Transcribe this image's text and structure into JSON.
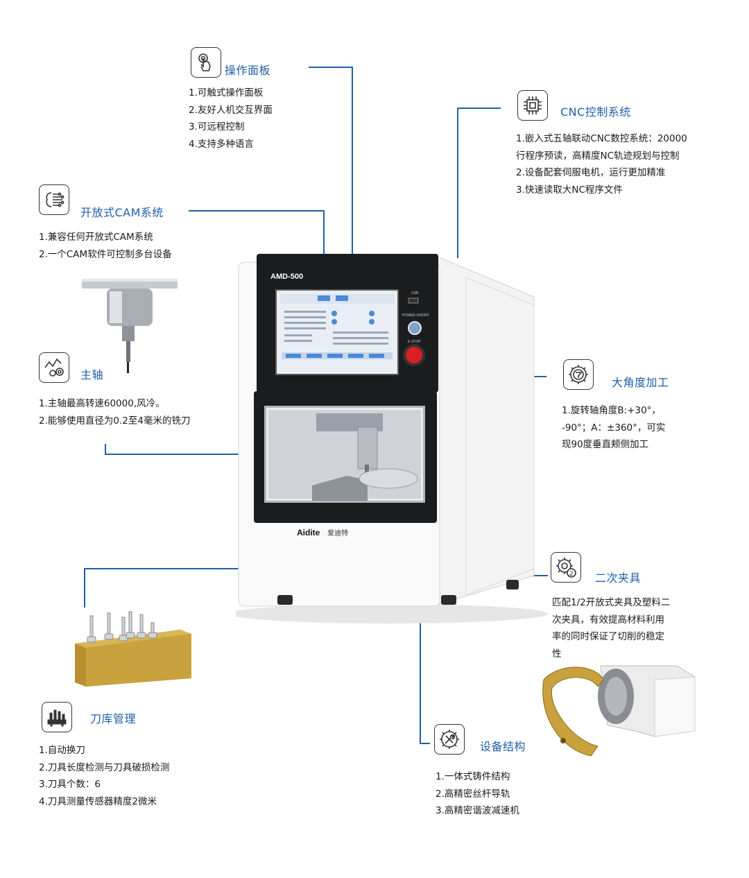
{
  "features": {
    "panel": {
      "title": "操作面板",
      "items": [
        "1.可触式操作面板",
        "2.友好人机交互界面",
        "3.可远程控制",
        "4.支持多种语言"
      ],
      "icon": "touch-hand-icon"
    },
    "cnc": {
      "title": "CNC控制系统",
      "items": [
        "1.嵌入式五轴联动CNC数控系统：20000",
        "行程序预读，高精度NC轨迹规划与控制",
        "2.设备配套伺服电机，运行更加精准",
        "3.快速读取大NC程序文件"
      ],
      "icon": "cpu-chip-icon"
    },
    "cam": {
      "title": "开放式CAM系统",
      "items": [
        "1.兼容任何开放式CAM系统",
        "2.一个CAM软件可控制多台设备"
      ],
      "icon": "network-brain-icon"
    },
    "spindle": {
      "title": "主轴",
      "items": [
        "1.主轴最高转速60000,风冷。",
        "2.能够使用直径为0.2至4毫米的铣刀"
      ],
      "icon": "gears-chart-icon"
    },
    "angle": {
      "title": "大角度加工",
      "items": [
        "1.旋转轴角度B:+30°，",
        "-90°；A：±360°，可实",
        "现90度垂直颊侧加工"
      ],
      "icon": "gear-funnel-icon"
    },
    "fixture": {
      "title": "二次夹具",
      "text": [
        "匹配1/2开放式夹具及塑料二",
        "次夹具，有效提高材料利用",
        "率的同时保证了切削的稳定",
        "性"
      ],
      "icon": "gear-number-two-icon"
    },
    "toolmag": {
      "title": "刀库管理",
      "items": [
        "1.自动换刀",
        "2.刀具长度检测与刀具破损检测",
        "3.刀具个数：6",
        "4.刀具测量传感器精度2微米"
      ],
      "icon": "tool-rack-icon"
    },
    "structure": {
      "title": "设备结构",
      "items": [
        "1.一体式铸件结构",
        "2.高精密丝杆导轨",
        "3.高精密谐波减速机"
      ],
      "icon": "wrench-gear-icon"
    }
  },
  "machine": {
    "model": "AMD-500",
    "usb_label": "USB",
    "power_label": "POWER ON/OFF",
    "estop_label": "E-STOP",
    "brand": "Aidite",
    "brand_cn": "爱迪特"
  },
  "colors": {
    "accent": "#1f5fa8",
    "line": "#1f5fa8",
    "machine_dark": "#1b1c1e",
    "estop": "#d81f26",
    "gold": "#c9a23e"
  }
}
